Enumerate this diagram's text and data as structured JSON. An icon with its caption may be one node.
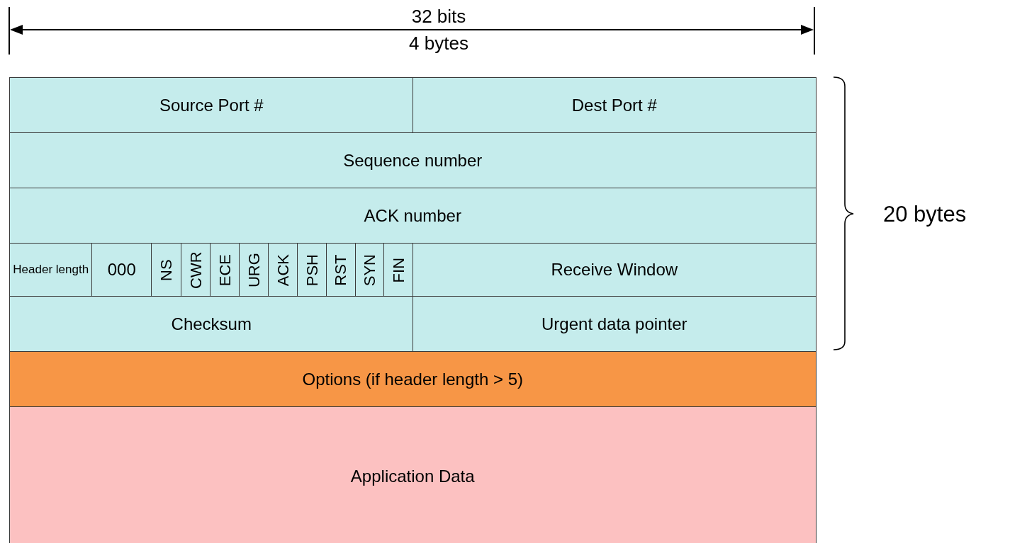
{
  "diagram": {
    "nodes": [
      {
        "text": [
          "Source Port #"
        ]
      },
      {
        "text": [
          "Dest Port #"
        ]
      },
      {
        "text": [
          "Sequence number"
        ]
      },
      {
        "text": [
          "ACK number"
        ]
      },
      {
        "text": [
          "Header length"
        ]
      },
      {
        "text": [
          "000"
        ]
      },
      {
        "text": [
          "NS"
        ]
      },
      {
        "text": [
          "CWR"
        ]
      },
      {
        "text": [
          "ECE"
        ]
      },
      {
        "text": [
          "URG"
        ]
      },
      {
        "text": [
          "ACK"
        ]
      },
      {
        "text": [
          "PSH"
        ]
      },
      {
        "text": [
          "RST"
        ]
      },
      {
        "text": [
          "SYN"
        ]
      },
      {
        "text": [
          "FIN"
        ]
      },
      {
        "text": [
          "Receive Window"
        ]
      },
      {
        "text": [
          "Checksum"
        ]
      },
      {
        "text": [
          "Urgent data pointer"
        ]
      },
      {
        "text": [
          "Options (if header length > 5)"
        ]
      },
      {
        "text": [
          "Application Data"
        ]
      }
    ],
    "labels": [
      "32 bits",
      "4 bytes",
      "20 bytes"
    ]
  }
}
